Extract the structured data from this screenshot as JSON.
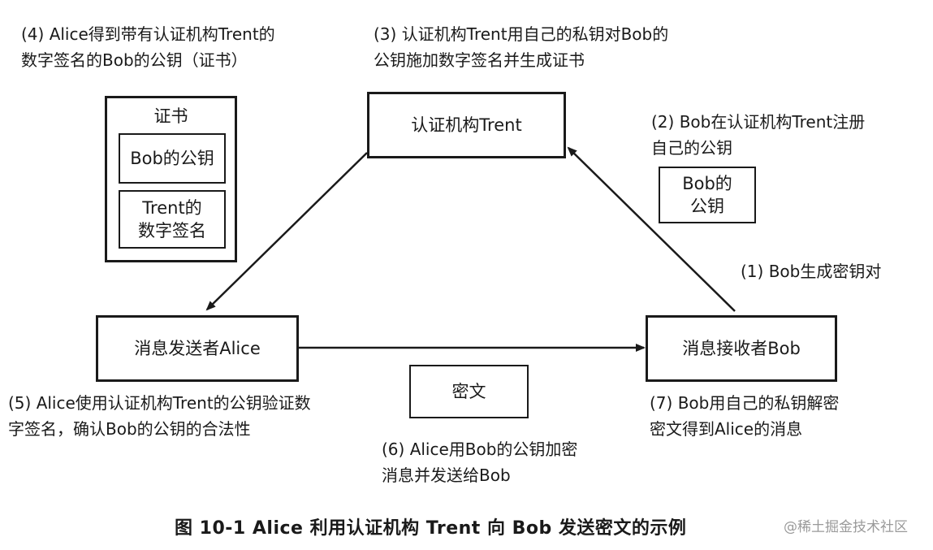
{
  "nodes": {
    "trent": "认证机构Trent",
    "alice": "消息发送者Alice",
    "bob": "消息接收者Bob",
    "ciphertext": "密文",
    "bob_key": "Bob的\n公钥"
  },
  "certificate": {
    "title": "证书",
    "pubkey": "Bob的公钥",
    "signature": "Trent的\n数字签名"
  },
  "steps": {
    "s1": "(1) Bob生成密钥对",
    "s2": "(2) Bob在认证机构Trent注册\n     自己的公钥",
    "s3": "(3) 认证机构Trent用自己的私钥对Bob的\n     公钥施加数字签名并生成证书",
    "s4": "(4) Alice得到带有认证机构Trent的\n     数字签名的Bob的公钥（证书）",
    "s5": "(5) Alice使用认证机构Trent的公钥验证数\n     字签名，确认Bob的公钥的合法性",
    "s6": "(6) Alice用Bob的公钥加密\n     消息并发送给Bob",
    "s7": "(7) Bob用自己的私钥解密\n     密文得到Alice的消息"
  },
  "caption": "图 10-1   Alice 利用认证机构 Trent 向 Bob 发送密文的示例",
  "watermark": "@稀土掘金技术社区"
}
